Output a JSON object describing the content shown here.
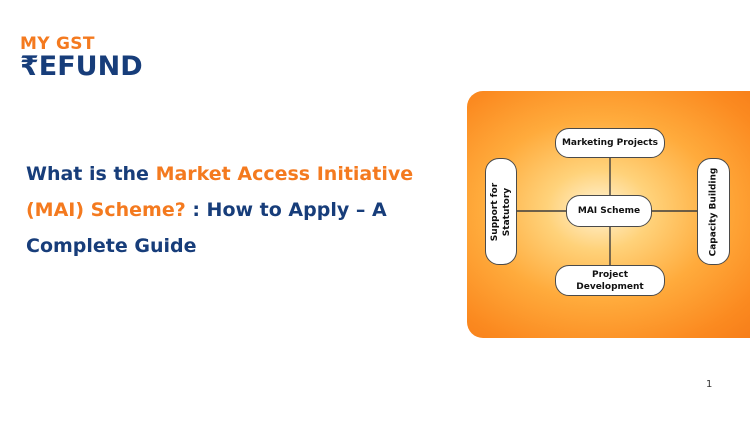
{
  "logo": {
    "top_text": "MY GST",
    "rupee_glyph": "₹",
    "bottom_text": "EFUND",
    "orange": "#f47a1f",
    "navy": "#173d7a"
  },
  "headline": {
    "part1": "What is the ",
    "highlight": "Market Access Initiative (MAI) Scheme?",
    "part2": " : How to Apply – A Complete Guide"
  },
  "diagram": {
    "center": "MAI Scheme",
    "top": "Marketing Projects",
    "bottom_line1": "Project",
    "bottom_line2": "Development",
    "left_line1": "Support for",
    "left_line2": "Statutory",
    "right": "Capacity Building",
    "panel_color": "#f57a17"
  },
  "page_number": "1"
}
